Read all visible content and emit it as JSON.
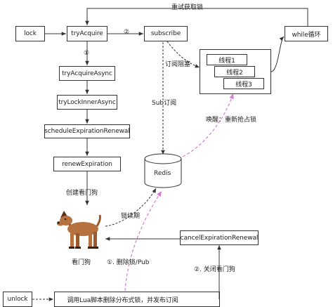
{
  "nodes": {
    "lock": "lock",
    "try_acquire": "tryAcquire",
    "subscribe": "subscribe",
    "while_loop": "while循环",
    "try_acquire_async": "tryAcquireAsync",
    "try_lock_inner_async": "tryLockInnerAsync",
    "schedule_expiration_renewal": "scheduleExpirationRenewal",
    "renew_expiration": "renewExpiration",
    "redis": "Redis",
    "cancel_expiration_renewal": "cancelExpirationRenewal",
    "unlock": "unlock",
    "lua_delete_publish": "调用Lua脚本删除分布式锁，并发布订阅",
    "threads": [
      "线程1",
      "线程2",
      "线程3"
    ]
  },
  "labels": {
    "retry_acquire": "重试获取锁",
    "step_one": "①",
    "step_two": "②",
    "subscribe_block": "订阅阻塞",
    "sub_subscribe": "Sub订阅",
    "wake_up": "唤醒：重新抢占锁",
    "create_watchdog": "创建看门狗",
    "renew_lease": "锁续期",
    "watchdog": "看门狗",
    "delete_lock_pub": "①. 删除锁/Pub",
    "close_watchdog": "②. 关闭看门狗"
  }
}
